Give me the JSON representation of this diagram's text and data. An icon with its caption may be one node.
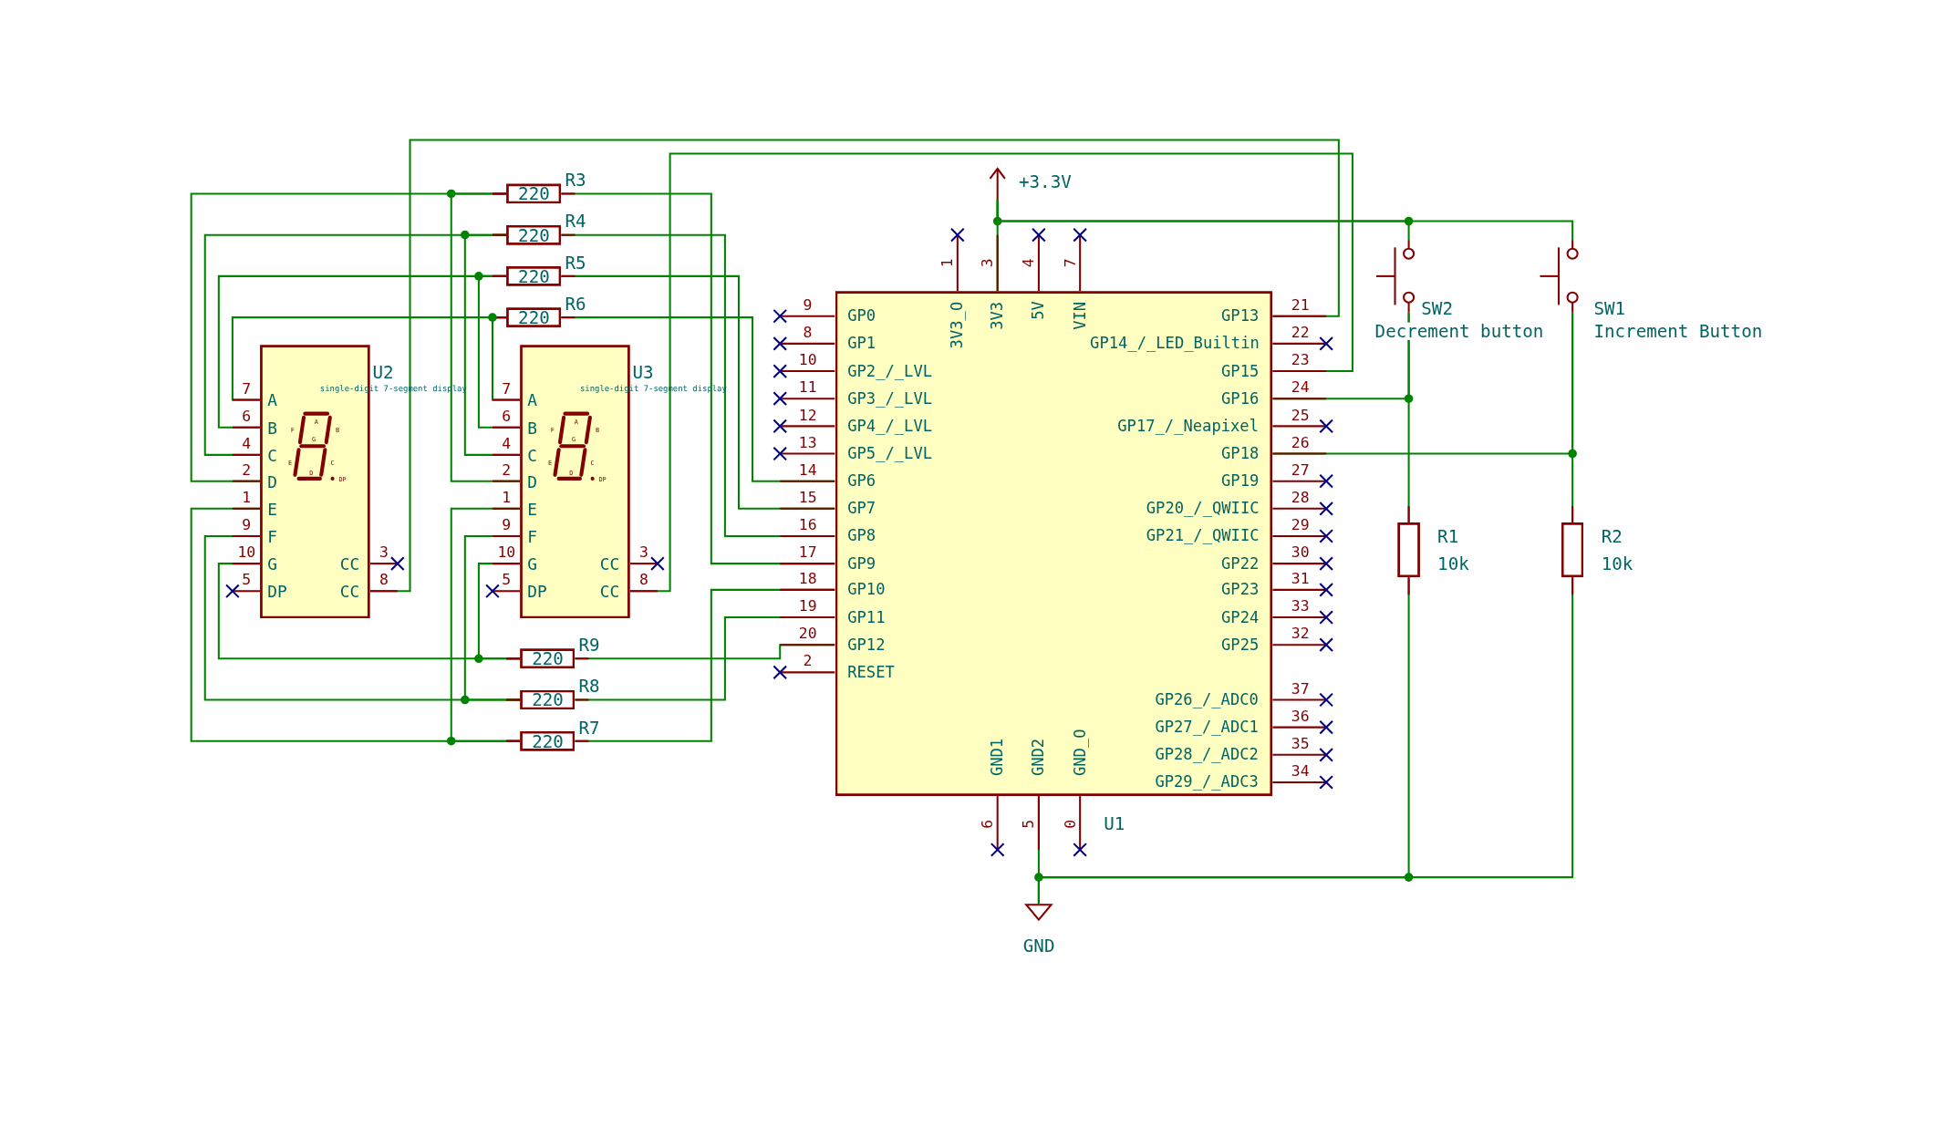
{
  "diagram": {
    "nodes": [
      {
        "text": [
          "U2",
          "single-digit 7-segment display",
          "A",
          "B",
          "C",
          "D",
          "E",
          "F",
          "G",
          "DP",
          "CC",
          "CC"
        ],
        "beside": [
          "7",
          "6",
          "4",
          "2",
          "1",
          "9",
          "10",
          "5",
          "3",
          "8"
        ]
      },
      {
        "text": [
          "A",
          "F",
          "B",
          "G",
          "E",
          "C",
          "D",
          "DP"
        ],
        "in": 0
      },
      {
        "text": [
          "U3",
          "single-digit 7-segment display",
          "A",
          "B",
          "C",
          "D",
          "E",
          "F",
          "G",
          "DP",
          "CC",
          "CC"
        ],
        "beside": [
          "7",
          "6",
          "4",
          "2",
          "1",
          "9",
          "10",
          "5",
          "3",
          "8"
        ]
      },
      {
        "text": [
          "A",
          "F",
          "B",
          "G",
          "E",
          "C",
          "D",
          "DP"
        ],
        "in": 2
      },
      {
        "text": [
          "220"
        ],
        "beside": [
          "R3"
        ]
      },
      {
        "text": [
          "220"
        ],
        "beside": [
          "R4"
        ]
      },
      {
        "text": [
          "220"
        ],
        "beside": [
          "R5"
        ]
      },
      {
        "text": [
          "220"
        ],
        "beside": [
          "R6"
        ]
      },
      {
        "text": [
          "220"
        ],
        "beside": [
          "R9"
        ]
      },
      {
        "text": [
          "220"
        ],
        "beside": [
          "R8"
        ]
      },
      {
        "text": [
          "220"
        ],
        "beside": [
          "R7"
        ]
      },
      {
        "text": [
          "U1",
          "3V3_O",
          "3V3",
          "5V",
          "VIN",
          "GP0",
          "GP1",
          "GP2_/_LVL",
          "GP3_/_LVL",
          "GP4_/_LVL",
          "GP5_/_LVL",
          "GP6",
          "GP7",
          "GP8",
          "GP9",
          "GP10",
          "GP11",
          "GP12",
          "RESET",
          "GP13",
          "GP14_/_LED_Builtin",
          "GP15",
          "GP16",
          "GP17_/_Neapixel",
          "GP18",
          "GP19",
          "GP20_/_QWIIC",
          "GP21_/_QWIIC",
          "GP22",
          "GP23",
          "GP24",
          "GP25",
          "GP26_/_ADC0",
          "GP27_/_ADC1",
          "GP28_/_ADC2",
          "GP29_/_ADC3",
          "GND1",
          "GND2",
          "GND_O"
        ],
        "beside": [
          "1",
          "3",
          "4",
          "7",
          "9",
          "8",
          "10",
          "11",
          "12",
          "13",
          "14",
          "15",
          "16",
          "17",
          "18",
          "19",
          "20",
          "2",
          "21",
          "22",
          "23",
          "24",
          "25",
          "26",
          "27",
          "28",
          "29",
          "30",
          "31",
          "33",
          "32",
          "37",
          "36",
          "35",
          "34",
          "6",
          "5",
          "0"
        ]
      },
      {
        "text": [
          "+3.3V"
        ]
      },
      {
        "text": [
          "GND"
        ]
      },
      {
        "text": [
          "SW2",
          "Decrement button"
        ]
      },
      {
        "text": [
          "SW1",
          "Increment Button"
        ]
      },
      {
        "text": [],
        "shape": "box",
        "beside": [
          "R1",
          "10k"
        ]
      },
      {
        "text": [],
        "shape": "box",
        "beside": [
          "R2",
          "10k"
        ]
      }
    ],
    "edges": [
      {
        "from": 0,
        "to": 4,
        "arrow": "none"
      },
      {
        "from": 2,
        "to": 4,
        "arrow": "none"
      },
      {
        "from": 4,
        "to": 11,
        "arrow": "none"
      },
      {
        "from": 0,
        "to": 5,
        "arrow": "none"
      },
      {
        "from": 2,
        "to": 5,
        "arrow": "none"
      },
      {
        "from": 5,
        "to": 11,
        "arrow": "none"
      },
      {
        "from": 0,
        "to": 6,
        "arrow": "none"
      },
      {
        "from": 2,
        "to": 6,
        "arrow": "none"
      },
      {
        "from": 6,
        "to": 11,
        "arrow": "none"
      },
      {
        "from": 0,
        "to": 7,
        "arrow": "none"
      },
      {
        "from": 2,
        "to": 7,
        "arrow": "none"
      },
      {
        "from": 7,
        "to": 11,
        "arrow": "none"
      },
      {
        "from": 0,
        "to": 8,
        "arrow": "none"
      },
      {
        "from": 2,
        "to": 8,
        "arrow": "none"
      },
      {
        "from": 8,
        "to": 11,
        "arrow": "none"
      },
      {
        "from": 0,
        "to": 9,
        "arrow": "none"
      },
      {
        "from": 2,
        "to": 9,
        "arrow": "none"
      },
      {
        "from": 9,
        "to": 11,
        "arrow": "none"
      },
      {
        "from": 0,
        "to": 10,
        "arrow": "none"
      },
      {
        "from": 2,
        "to": 10,
        "arrow": "none"
      },
      {
        "from": 10,
        "to": 11,
        "arrow": "none"
      },
      {
        "from": 0,
        "to": 11,
        "arrow": "none"
      },
      {
        "from": 2,
        "to": 11,
        "arrow": "none"
      },
      {
        "from": 12,
        "to": 11,
        "arrow": "none"
      },
      {
        "from": 12,
        "to": 14,
        "arrow": "none"
      },
      {
        "from": 12,
        "to": 15,
        "arrow": "none"
      },
      {
        "from": 14,
        "to": 16,
        "arrow": "none"
      },
      {
        "from": 14,
        "to": 11,
        "arrow": "none"
      },
      {
        "from": 15,
        "to": 17,
        "arrow": "none"
      },
      {
        "from": 15,
        "to": 11,
        "arrow": "none"
      },
      {
        "from": 11,
        "to": 13,
        "arrow": "none"
      },
      {
        "from": 16,
        "to": 13,
        "arrow": "none"
      },
      {
        "from": 17,
        "to": 13,
        "arrow": "none"
      }
    ]
  }
}
